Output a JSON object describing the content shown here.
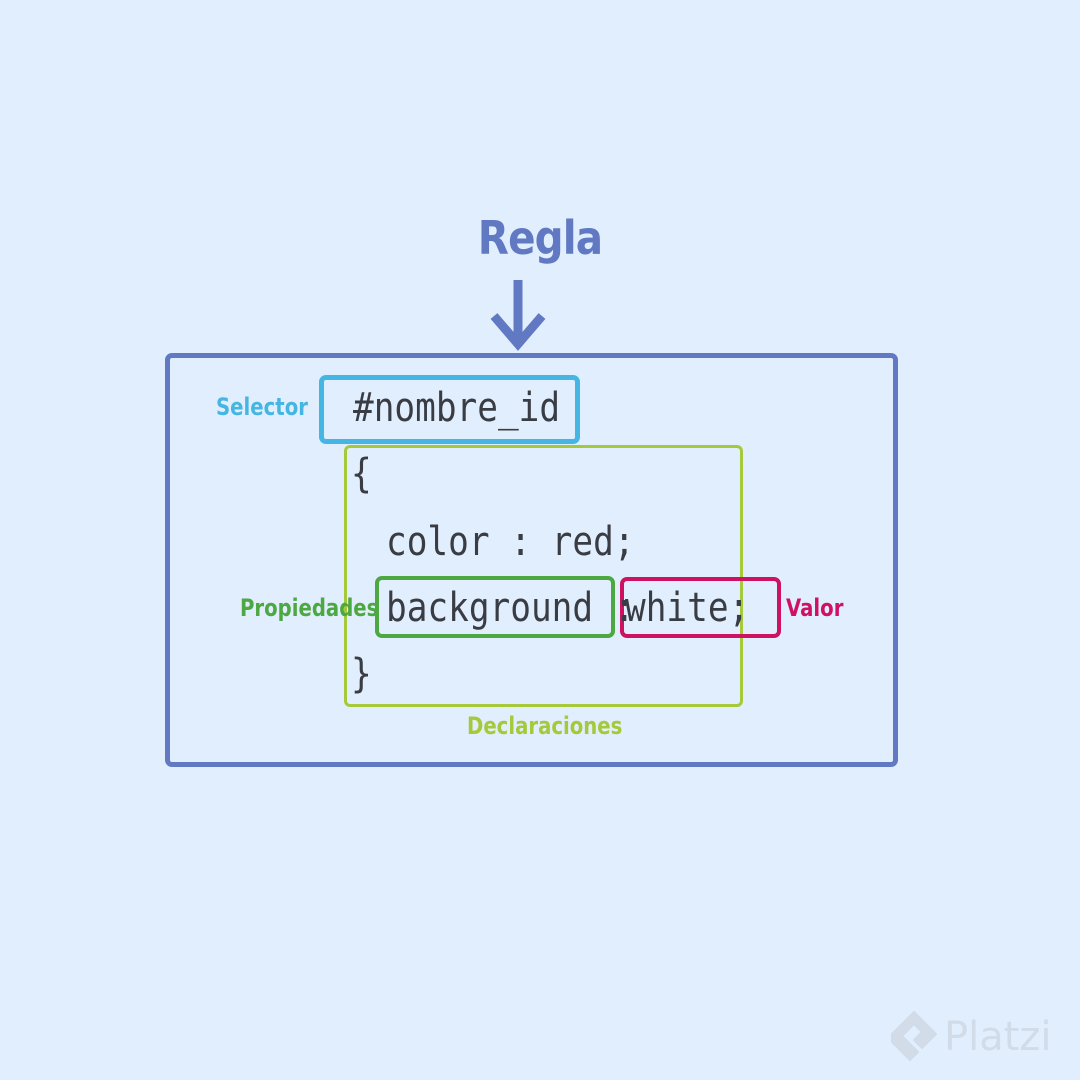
{
  "title": "Regla",
  "code": {
    "selector": "#nombre_id",
    "open_brace": "{",
    "line_color": "color : red;",
    "property": "background :",
    "value": "white;",
    "close_brace": "}"
  },
  "labels": {
    "selector": "Selector",
    "properties": "Propiedades",
    "value": "Valor",
    "declarations": "Declaraciones"
  },
  "watermark": {
    "brand": "Platzi"
  },
  "colors": {
    "background": "#e1eefd",
    "rule": "#6079c2",
    "selector": "#45b6e3",
    "declarations": "#a6c93b",
    "properties": "#4ea842",
    "value": "#cf1162",
    "code_text": "#393c43",
    "watermark": "#d2dce8"
  },
  "icons": {
    "pointer": "arrow-down-icon",
    "logo": "platzi-logo-icon"
  }
}
